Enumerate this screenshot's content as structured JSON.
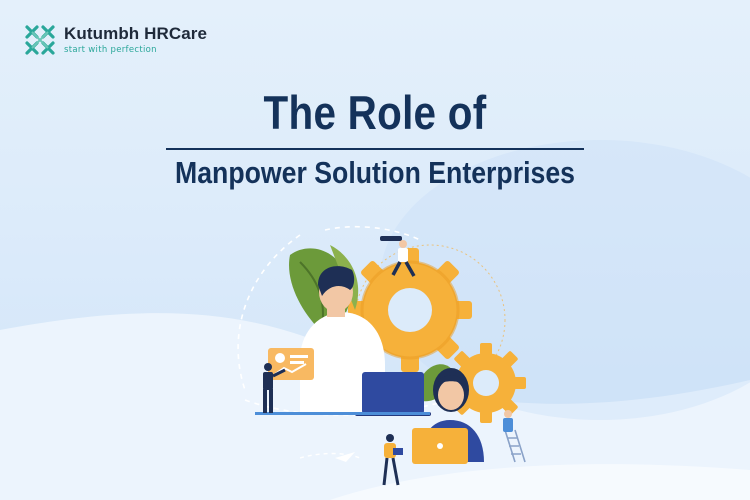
{
  "brand": {
    "name": "Kutumbh HRCare",
    "tagline": "start with perfection",
    "logo_icon": "kutumbh-logo-icon",
    "accent_color": "#2aa79a"
  },
  "title": {
    "line1": "The Role of",
    "line2": "Manpower Solution Enterprises",
    "color": "#14325a"
  },
  "illustration": {
    "description_icon": "team-gears-illustration",
    "palette": {
      "gear": "#f6b13a",
      "leaf": "#6c9a3a",
      "navy": "#1e2f55",
      "laptop": "#2f4aa0"
    }
  }
}
